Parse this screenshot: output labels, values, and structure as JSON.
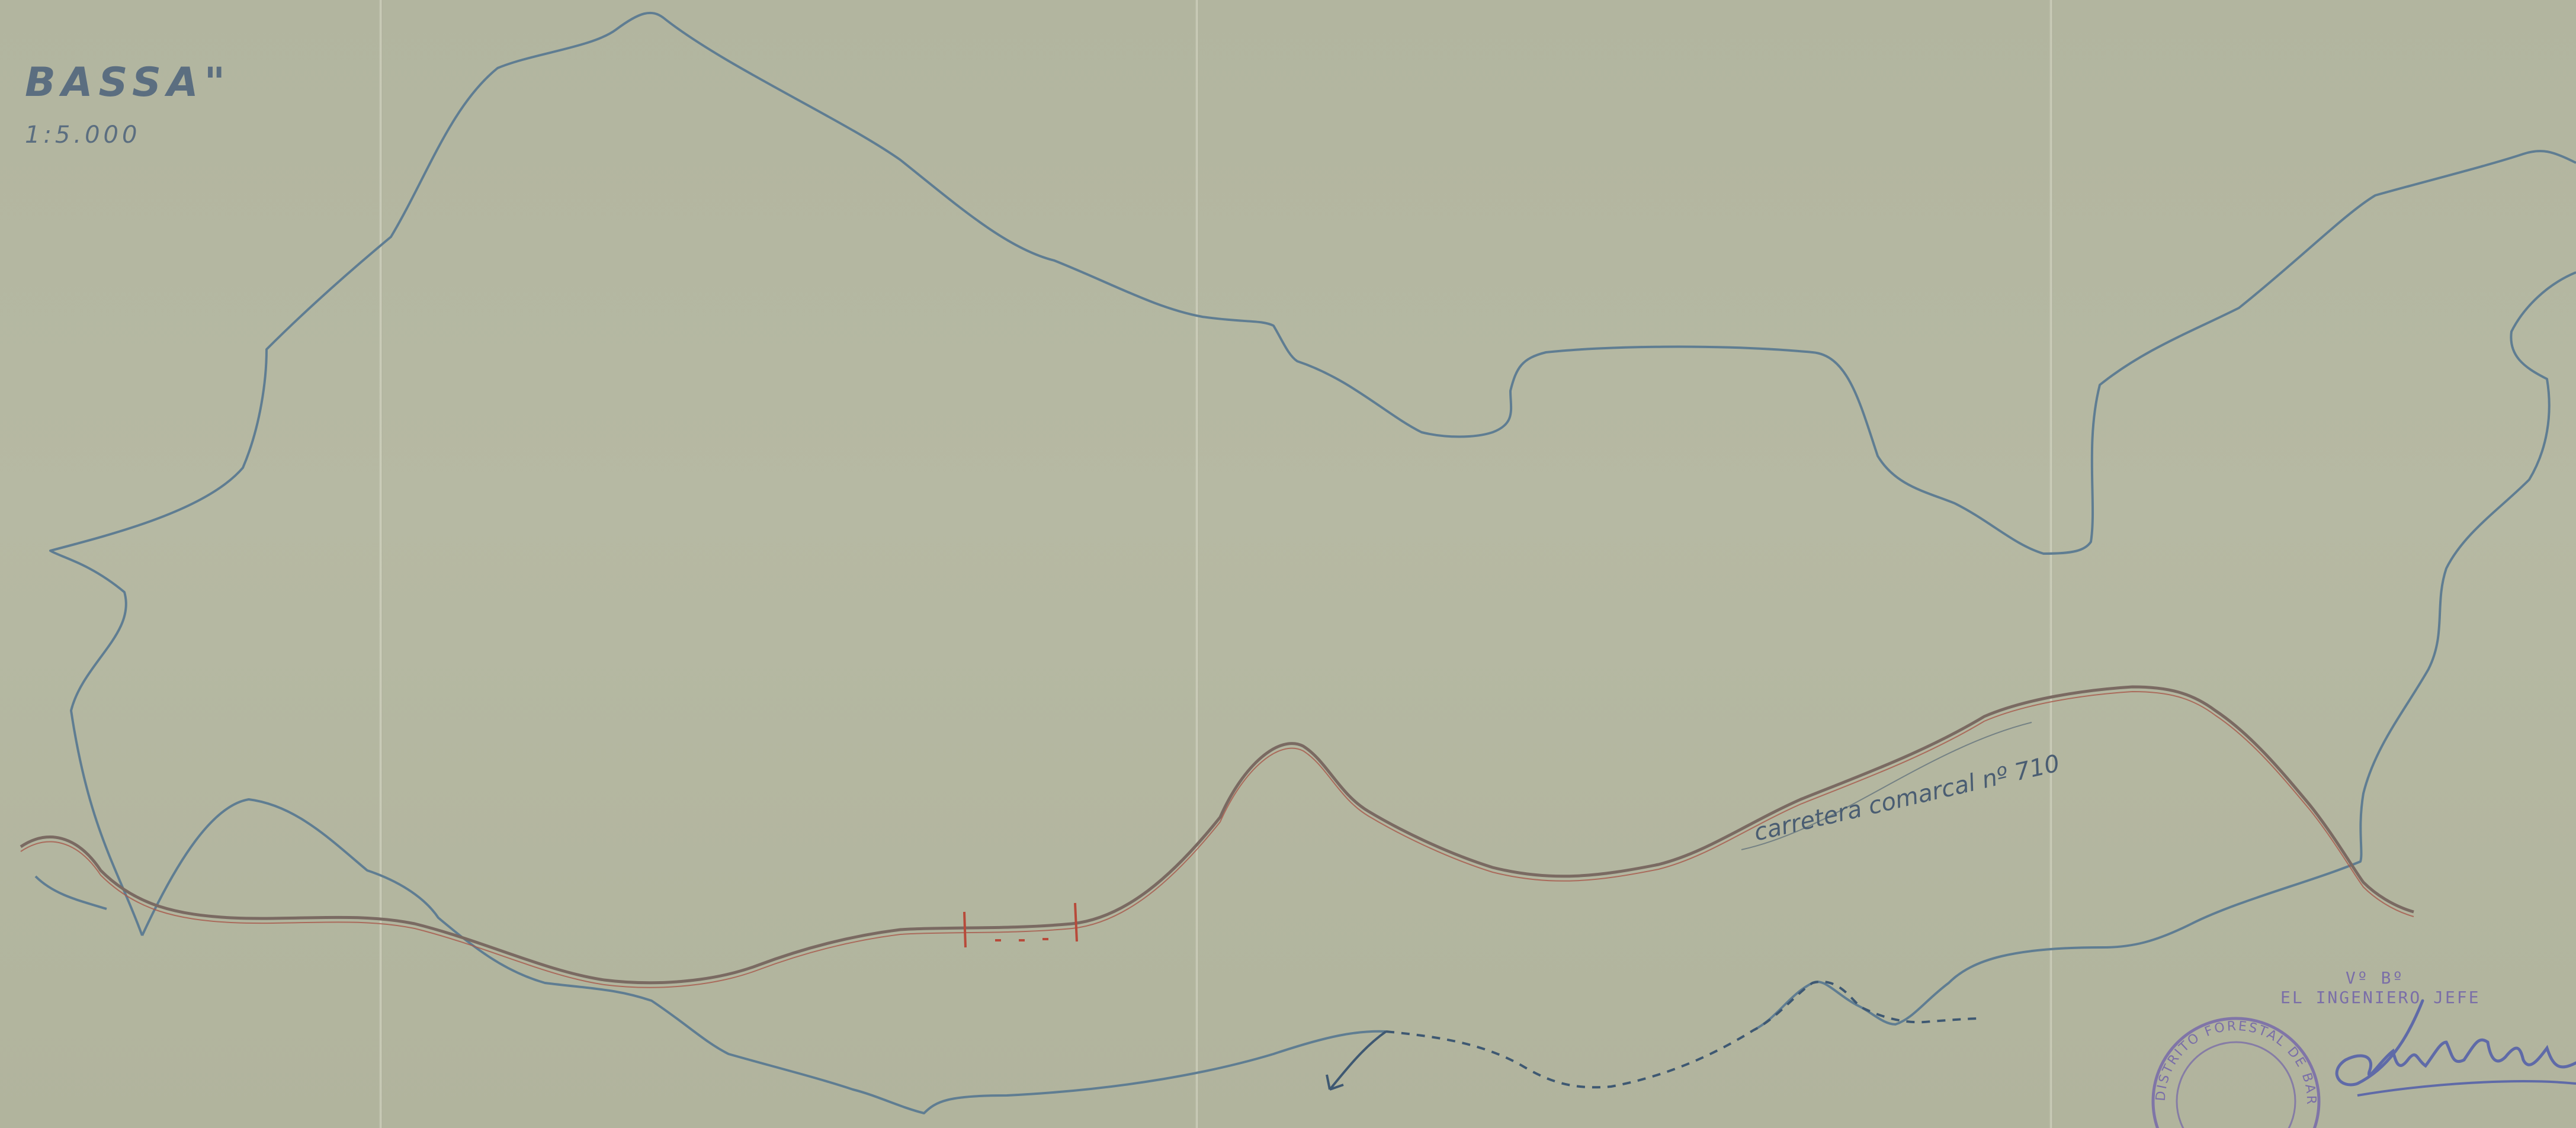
{
  "map": {
    "title": "BASSA\"",
    "scale": "1:5.000",
    "road_label": "carretera comarcal nº 710",
    "stamp": {
      "vb": "Vº Bº",
      "engineer": "EL INGENIERO JEFE",
      "seal_text": "DISTRITO FORESTAL DE BARCELONA"
    },
    "colors": {
      "paper": "#b4b6a0",
      "boundary": "#5f7d92",
      "road": "#7a6a62",
      "road_red": "#a8584a",
      "ink": "#5b6e80",
      "stamp": "#7a6ea8"
    }
  }
}
